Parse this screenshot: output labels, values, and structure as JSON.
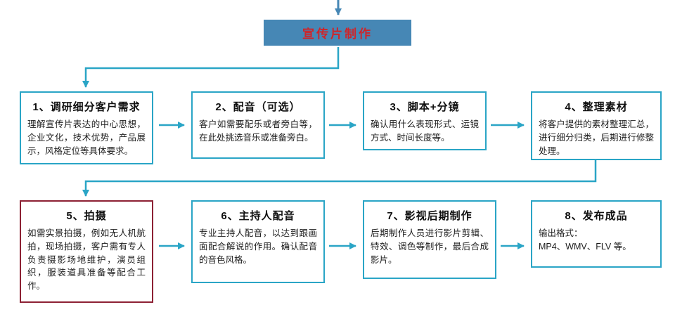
{
  "title_box": {
    "label": "宣传片制作"
  },
  "colors": {
    "title_bg": "#4687b5",
    "title_text": "#cf2429",
    "flow_border": "#2aa5c6",
    "arrow_teal": "#2aa5c6",
    "arrow_blue": "#4687b5",
    "highlight_border": "#8d2134",
    "body_text": "#1c1c1c"
  },
  "steps": [
    {
      "title": "1、调研细分客户需求",
      "body": "理解宣传片表达的中心思想，企业文化，技术优势，产品展示，风格定位等具体要求。",
      "highlight": false
    },
    {
      "title": "2、配音（可选）",
      "body": "客户如需要配乐或者旁白等，在此处挑选音乐或准备旁白。",
      "highlight": false
    },
    {
      "title": "3、脚本+分镜",
      "body": "确认用什么表现形式、运镜方式、时间长度等。",
      "highlight": false
    },
    {
      "title": "4、整理素材",
      "body": "将客户提供的素材整理汇总，进行细分归类，后期进行修整处理。",
      "highlight": false
    },
    {
      "title": "5、拍摄",
      "body": "如需实景拍摄，例如无人机航拍，现场拍摄，客户需有专人负责摄影场地维护，演员组织，服装道具准备等配合工作。",
      "highlight": true
    },
    {
      "title": "6、主持人配音",
      "body": "专业主持人配音，以达到跟画面配合解说的作用。确认配音的音色风格。",
      "highlight": false
    },
    {
      "title": "7、影视后期制作",
      "body": "后期制作人员进行影片剪辑、特效、调色等制作，最后合成影片。",
      "highlight": false
    },
    {
      "title": "8、发布成品",
      "body": "输出格式：\nMP4、WMV、FLV 等。",
      "highlight": false
    }
  ]
}
